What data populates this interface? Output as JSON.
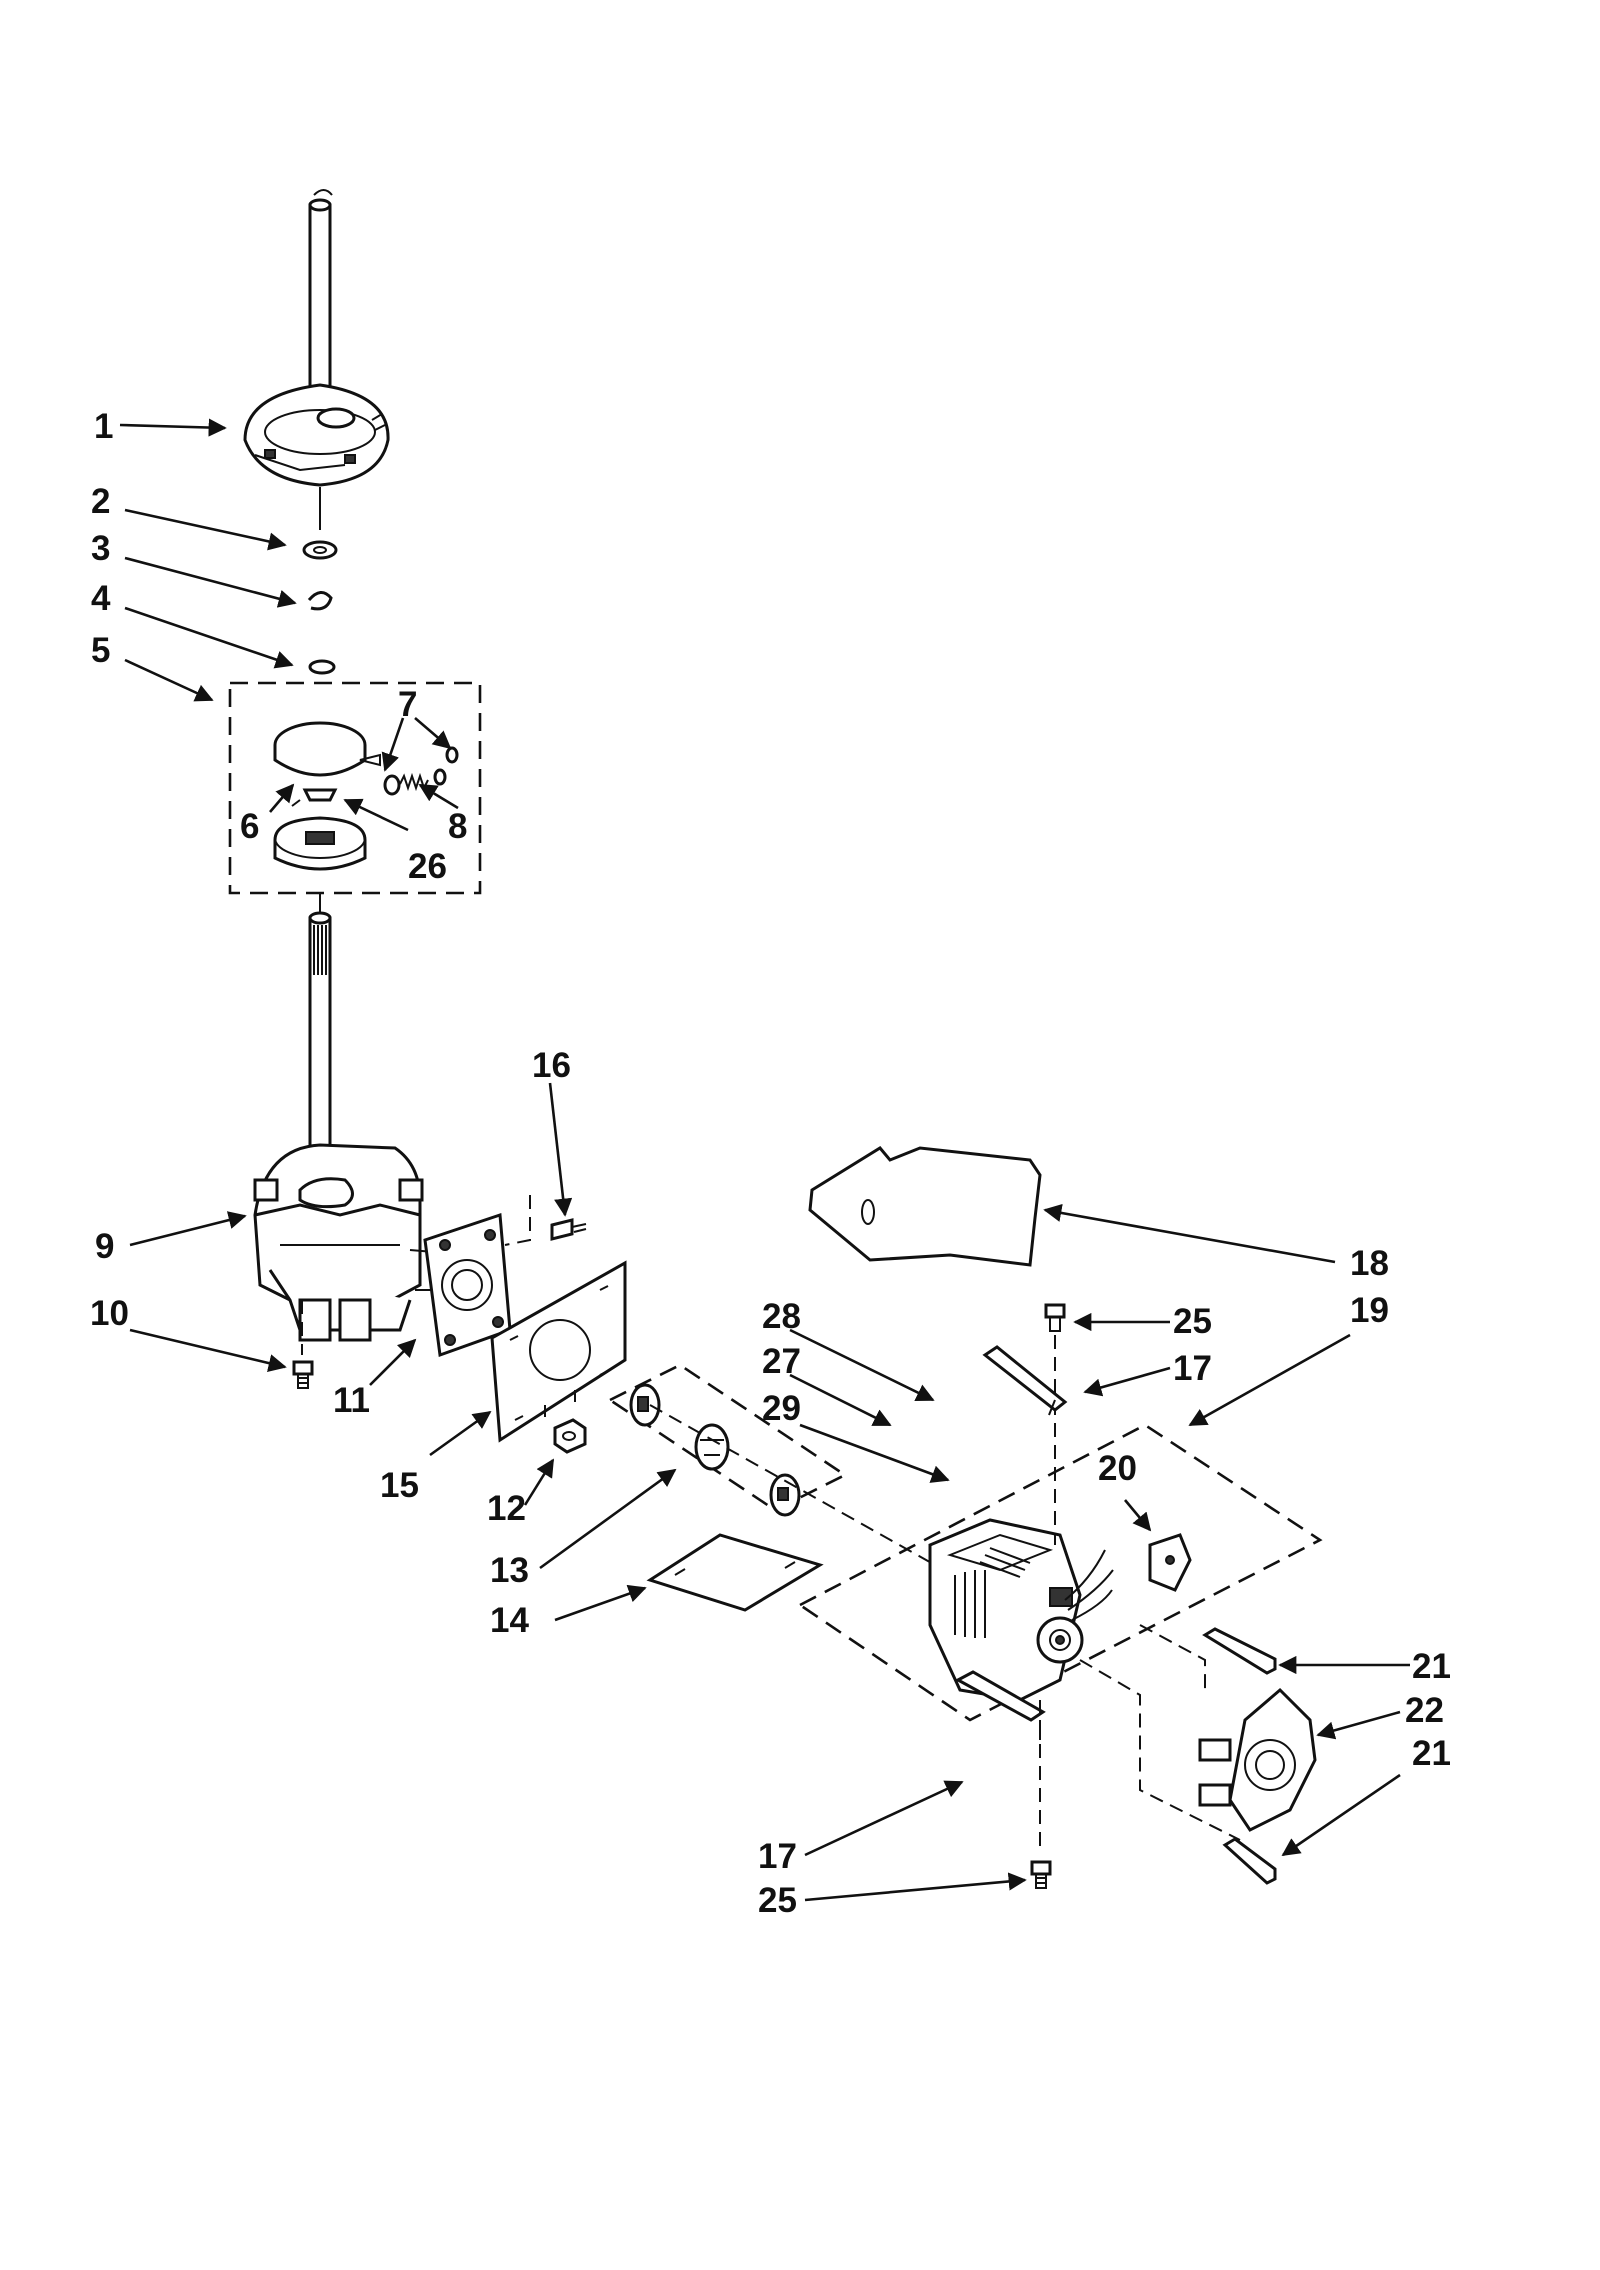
{
  "callouts": {
    "c1": "1",
    "c2": "2",
    "c3": "3",
    "c4": "4",
    "c5": "5",
    "c6": "6",
    "c7": "7",
    "c8": "8",
    "c26": "26",
    "c9": "9",
    "c10": "10",
    "c11": "11",
    "c12": "12",
    "c13": "13",
    "c14": "14",
    "c15": "15",
    "c16": "16",
    "c17a": "17",
    "c17b": "17",
    "c18": "18",
    "c19": "19",
    "c20": "20",
    "c21a": "21",
    "c21b": "21",
    "c22": "22",
    "c25a": "25",
    "c25b": "25",
    "c27": "27",
    "c28": "28",
    "c29": "29"
  }
}
